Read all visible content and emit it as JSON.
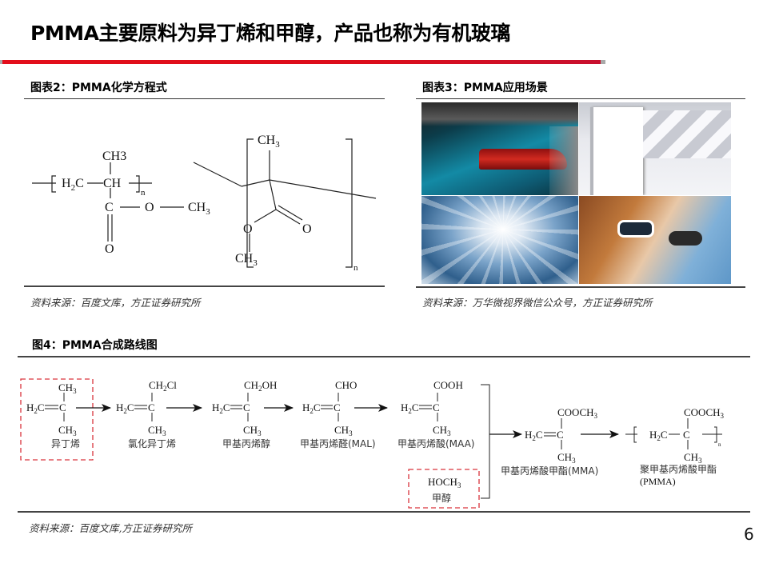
{
  "page": {
    "title": "PMMA主要原料为异丁烯和甲醇，产品也称为有机玻璃",
    "page_number": "6",
    "colors": {
      "accent_red": "#e30e1b",
      "dashed_box": "#d9343c",
      "rule": "#333333"
    }
  },
  "figure2": {
    "title": "图表2：PMMA化学方程式",
    "source": "资料来源：百度文库，方正证券研究所",
    "structure_left": {
      "top_group": "CH3",
      "backbone_left": "H2C",
      "backbone_center": "CH",
      "carbonyl_c": "C",
      "ester_o": "O",
      "methyl": "CH3",
      "carbonyl_o": "O",
      "repeat": "n"
    },
    "structure_right": {
      "top_group": "CH3",
      "ester_o": "O",
      "carbonyl_o": "O",
      "methyl": "CH3",
      "repeat": "n"
    }
  },
  "figure3": {
    "title": "图表3：PMMA应用场景",
    "source": "资料来源：万华微视界微信公众号，方正证券研究所",
    "images": [
      {
        "name": "car-taillight-photo",
        "subject": "car tail light"
      },
      {
        "name": "lightbox-ceiling-photo",
        "subject": "light box / ceiling panels"
      },
      {
        "name": "glass-dome-photo",
        "subject": "glass dome roof"
      },
      {
        "name": "sunglasses-couple-photo",
        "subject": "sunglasses"
      }
    ]
  },
  "figure4": {
    "title": "图4：PMMA合成路线图",
    "source": "资料来源：百度文库,方正证券研究所",
    "steps": [
      {
        "label": "异丁烯",
        "top": "CH3",
        "left": "H2C",
        "bottom": "CH3",
        "highlighted": true
      },
      {
        "label": "氯化异丁烯",
        "top": "CH2Cl",
        "left": "H2C",
        "bottom": "CH3"
      },
      {
        "label": "甲基丙烯醇",
        "top": "CH2OH",
        "left": "H2C",
        "bottom": "CH3"
      },
      {
        "label": "甲基丙烯醛(MAL)",
        "top": "CHO",
        "left": "H2C",
        "bottom": "CH3"
      },
      {
        "label": "甲基丙烯酸(MAA)",
        "top": "COOH",
        "left": "H2C",
        "bottom": "CH3"
      },
      {
        "label": "甲基丙烯酸甲酯(MMA)",
        "top": "COOCH3",
        "left": "H2C",
        "bottom": "CH3"
      },
      {
        "label": "聚甲基丙烯酸甲酯",
        "label2": "(PMMA)",
        "top": "COOCH3",
        "left": "H2C",
        "bottom": "CH3",
        "repeat": "n"
      }
    ],
    "reagent": {
      "formula": "HOCH3",
      "label": "甲醇",
      "highlighted": true
    }
  }
}
